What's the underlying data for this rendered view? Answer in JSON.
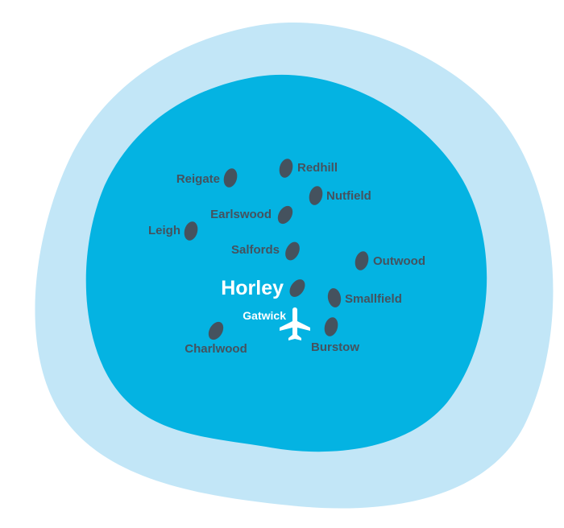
{
  "colors": {
    "outer_zone": "#c2e6f7",
    "inner_zone": "#04b3e2",
    "marker": "#45525e",
    "label": "#45525e",
    "highlight": "#ffffff"
  },
  "map": {
    "main_town": "Horley",
    "airport": {
      "label": "Gatwick",
      "icon": "airplane-icon"
    },
    "places": [
      {
        "id": "reigate",
        "name": "Reigate"
      },
      {
        "id": "redhill",
        "name": "Redhill"
      },
      {
        "id": "nutfield",
        "name": "Nutfield"
      },
      {
        "id": "earlswood",
        "name": "Earlswood"
      },
      {
        "id": "leigh",
        "name": "Leigh"
      },
      {
        "id": "salfords",
        "name": "Salfords"
      },
      {
        "id": "outwood",
        "name": "Outwood"
      },
      {
        "id": "smallfield",
        "name": "Smallfield"
      },
      {
        "id": "charlwood",
        "name": "Charlwood"
      },
      {
        "id": "burstow",
        "name": "Burstow"
      }
    ],
    "marker_icon": "location-pin-icon"
  }
}
